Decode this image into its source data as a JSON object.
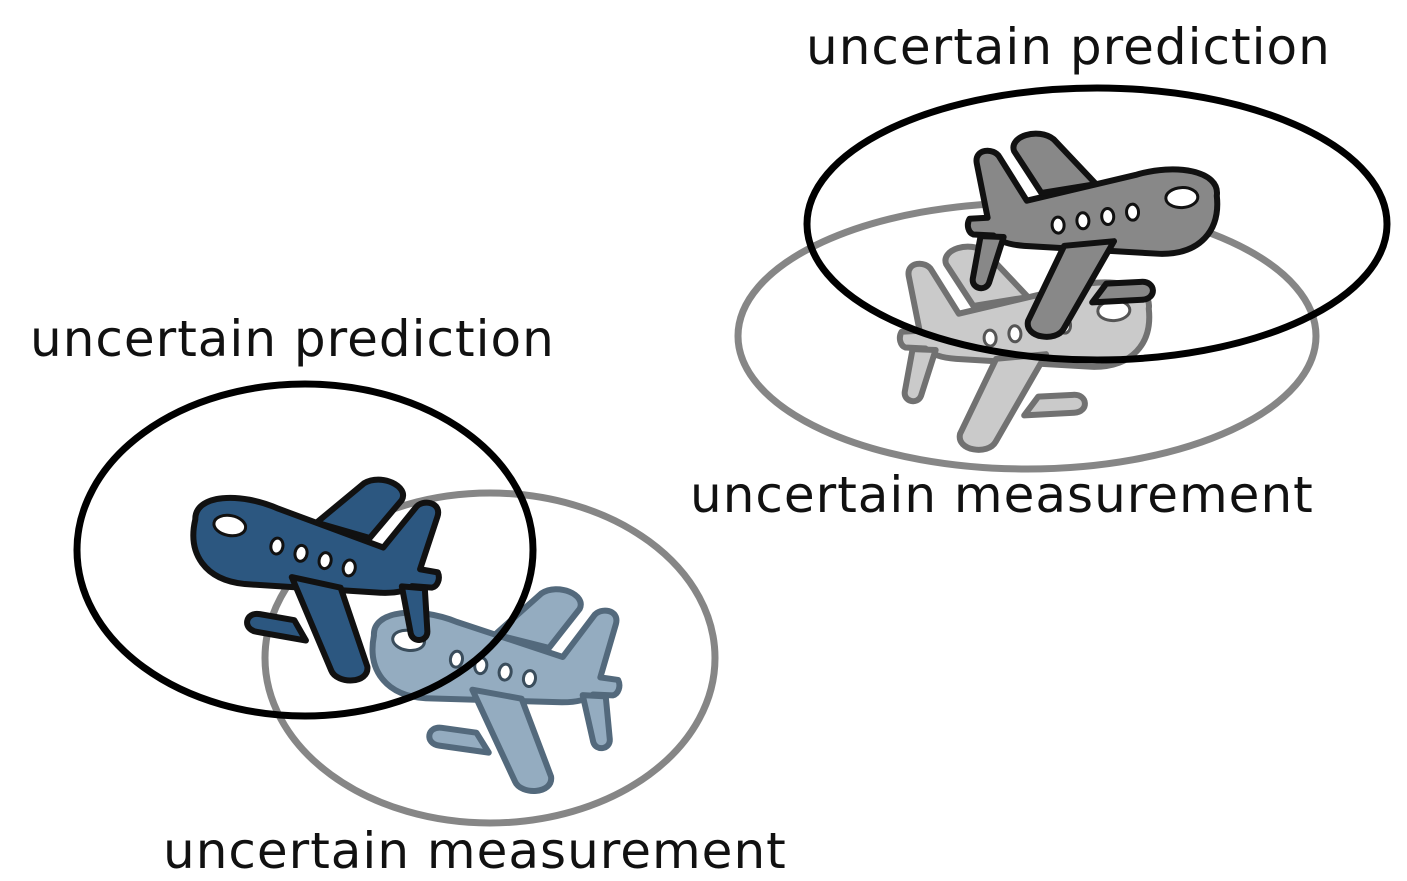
{
  "labels": {
    "left_prediction": "uncertain prediction",
    "left_measurement": "uncertain measurement",
    "right_prediction": "uncertain prediction",
    "right_measurement": "uncertain measurement"
  },
  "colors": {
    "prediction_ellipse": "#000000",
    "measurement_ellipse": "#808080",
    "left_plane_fill": "#2c5780",
    "left_ghost_plane_fill": "#8fa8bd",
    "right_plane_fill": "#888888",
    "right_ghost_plane_fill": "#c8c8c8",
    "outline": "#111111"
  },
  "icons": [
    "airplane-icon"
  ]
}
